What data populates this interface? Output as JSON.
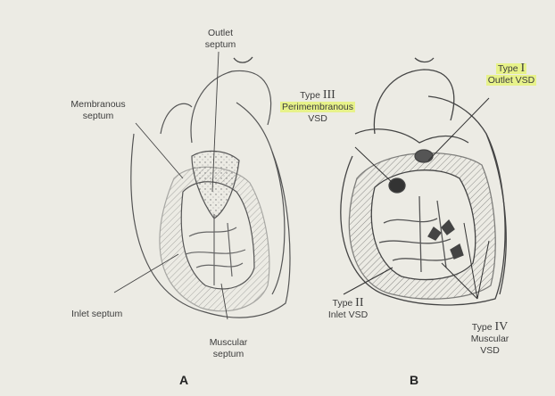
{
  "panel_a": {
    "letter": "A",
    "labels": {
      "outlet_septum": [
        "Outlet",
        "septum"
      ],
      "membranous_septum": [
        "Membranous",
        "septum"
      ],
      "inlet_septum": "Inlet septum",
      "muscular_septum": [
        "Muscular",
        "septum"
      ]
    }
  },
  "panel_b": {
    "letter": "B",
    "type1": {
      "word": "Type",
      "numeral": "I",
      "text": "Outlet VSD"
    },
    "type2": {
      "word": "Type",
      "numeral": "II",
      "text": "Inlet VSD"
    },
    "type3": {
      "word": "Type",
      "numeral": "III",
      "text_1": "Perimembranous",
      "text_2": "VSD"
    },
    "type4": {
      "word": "Type",
      "numeral": "IV",
      "text_1": "Muscular",
      "text_2": "VSD"
    }
  },
  "colors": {
    "background": "#ecebe4",
    "ink": "#3c3c3c",
    "highlight": "#e7f28a"
  }
}
